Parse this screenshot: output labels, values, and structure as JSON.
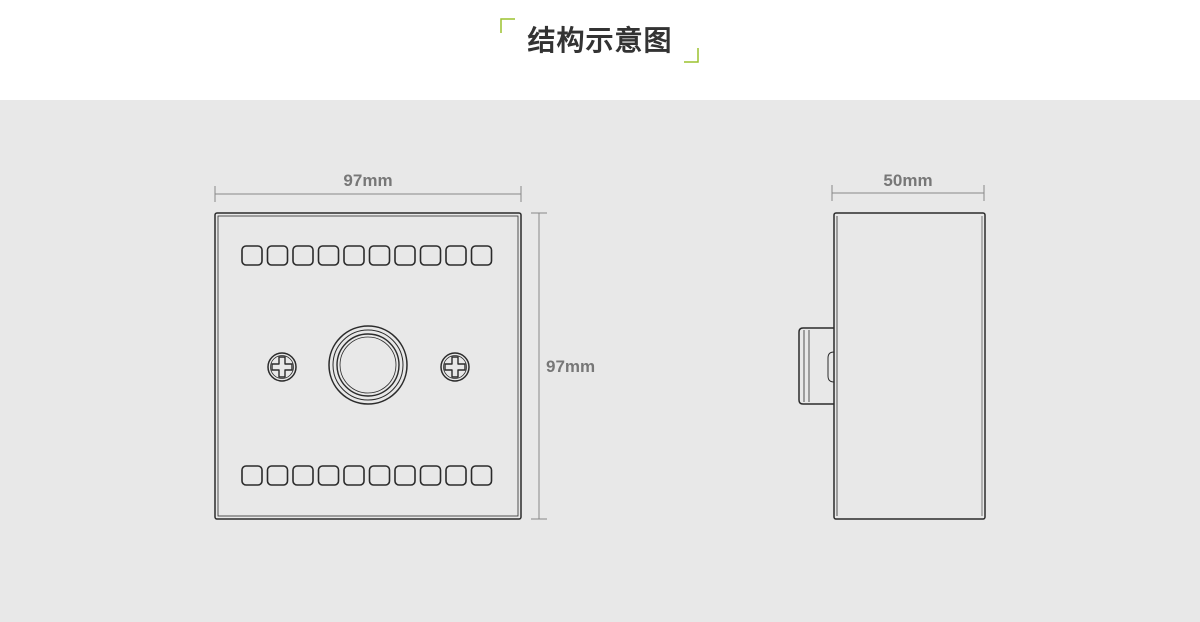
{
  "header": {
    "title": "结构示意图",
    "accent_color": "#9cc22f",
    "corner_icons": [
      "corner-bracket-top-left-icon",
      "corner-bracket-bottom-right-icon"
    ]
  },
  "front_view": {
    "width_label": "97mm",
    "height_label": "97mm",
    "indicator_rows": 2,
    "indicators_per_row": 10,
    "icons": [
      "screw-left-icon",
      "knob-icon",
      "screw-right-icon"
    ]
  },
  "side_view": {
    "width_label": "50mm"
  },
  "colors": {
    "background": "#e8e8e8",
    "line": "#2b2b2b",
    "dimension": "#777777"
  }
}
